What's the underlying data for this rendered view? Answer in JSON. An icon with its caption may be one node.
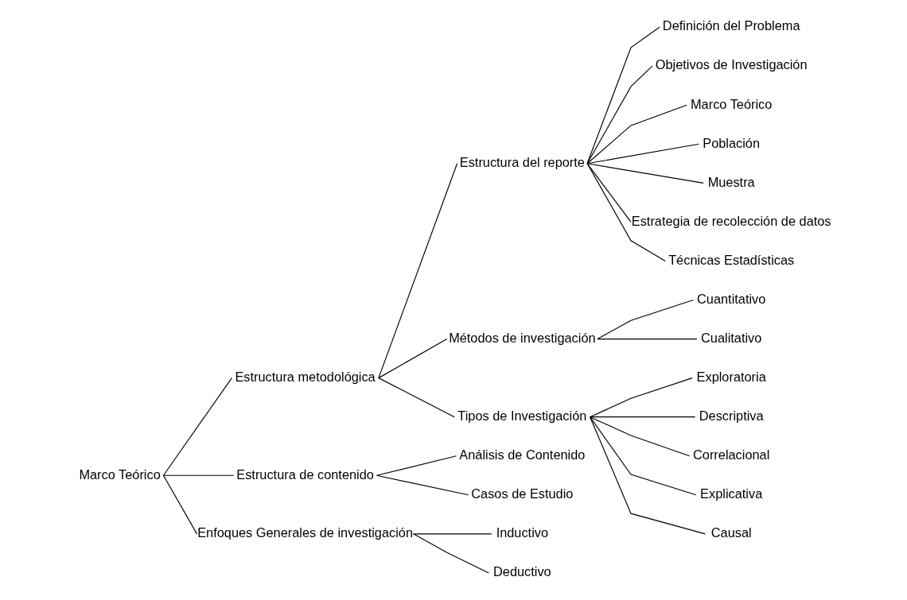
{
  "diagram": {
    "nodes": [
      {
        "text": [
          "Marco Teórico"
        ]
      },
      {
        "text": [
          "Estructura metodológica"
        ]
      },
      {
        "text": [
          "Estructura del reporte"
        ]
      },
      {
        "text": [
          "Definición del Problema"
        ]
      },
      {
        "text": [
          "Objetivos de Investigación"
        ]
      },
      {
        "text": [
          "Marco Teórico"
        ]
      },
      {
        "text": [
          "Población"
        ]
      },
      {
        "text": [
          "Muestra"
        ]
      },
      {
        "text": [
          "Estrategia de recolección de datos"
        ]
      },
      {
        "text": [
          "Técnicas Estadísticas"
        ]
      },
      {
        "text": [
          "Métodos de investigación"
        ]
      },
      {
        "text": [
          "Cuantitativo"
        ]
      },
      {
        "text": [
          "Cualitativo"
        ]
      },
      {
        "text": [
          "Tipos de Investigación"
        ]
      },
      {
        "text": [
          "Exploratoria"
        ]
      },
      {
        "text": [
          "Descriptiva"
        ]
      },
      {
        "text": [
          "Correlacional"
        ]
      },
      {
        "text": [
          "Explicativa"
        ]
      },
      {
        "text": [
          "Causal"
        ]
      },
      {
        "text": [
          "Estructura de contenido"
        ]
      },
      {
        "text": [
          "Análisis de Contenido"
        ]
      },
      {
        "text": [
          "Casos de Estudio"
        ]
      },
      {
        "text": [
          "Enfoques Generales de investigación"
        ]
      },
      {
        "text": [
          "Inductivo"
        ]
      },
      {
        "text": [
          "Deductivo"
        ]
      }
    ],
    "edges": [
      {
        "from": 0,
        "to": 1,
        "arrow": "none"
      },
      {
        "from": 0,
        "to": 19,
        "arrow": "none"
      },
      {
        "from": 0,
        "to": 22,
        "arrow": "none"
      },
      {
        "from": 1,
        "to": 2,
        "arrow": "none"
      },
      {
        "from": 1,
        "to": 10,
        "arrow": "none"
      },
      {
        "from": 1,
        "to": 13,
        "arrow": "none"
      },
      {
        "from": 2,
        "to": 3,
        "arrow": "none"
      },
      {
        "from": 2,
        "to": 4,
        "arrow": "none"
      },
      {
        "from": 2,
        "to": 5,
        "arrow": "none"
      },
      {
        "from": 2,
        "to": 6,
        "arrow": "none"
      },
      {
        "from": 2,
        "to": 7,
        "arrow": "none"
      },
      {
        "from": 2,
        "to": 8,
        "arrow": "none"
      },
      {
        "from": 2,
        "to": 9,
        "arrow": "none"
      },
      {
        "from": 10,
        "to": 11,
        "arrow": "none"
      },
      {
        "from": 10,
        "to": 12,
        "arrow": "none"
      },
      {
        "from": 13,
        "to": 14,
        "arrow": "none"
      },
      {
        "from": 13,
        "to": 15,
        "arrow": "none"
      },
      {
        "from": 13,
        "to": 16,
        "arrow": "none"
      },
      {
        "from": 13,
        "to": 17,
        "arrow": "none"
      },
      {
        "from": 13,
        "to": 18,
        "arrow": "none"
      },
      {
        "from": 19,
        "to": 20,
        "arrow": "none"
      },
      {
        "from": 19,
        "to": 21,
        "arrow": "none"
      },
      {
        "from": 22,
        "to": 23,
        "arrow": "none"
      },
      {
        "from": 22,
        "to": 24,
        "arrow": "none"
      }
    ]
  }
}
